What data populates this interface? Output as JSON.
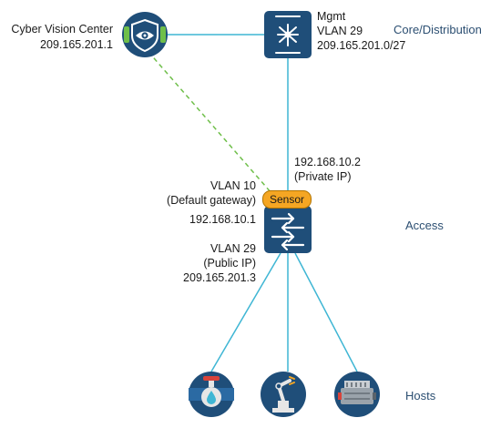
{
  "nodes": {
    "cyber_vision_center": {
      "name": "Cyber Vision Center",
      "ip": "209.165.201.1"
    },
    "core_switch": {
      "line1": "Mgmt",
      "line2": "VLAN 29",
      "line3": "209.165.201.0/27"
    },
    "sensor_switch": {
      "tag": "Sensor",
      "uplink_ip": "192.168.10.2",
      "uplink_note": "(Private IP)",
      "vlan10_name": "VLAN 10",
      "vlan10_note": "(Default gateway)",
      "vlan10_ip": "192.168.10.1",
      "vlan29_name": "VLAN 29",
      "vlan29_note": "(Public IP)",
      "vlan29_ip": "209.165.201.3"
    }
  },
  "tiers": {
    "core": "Core/Distribution",
    "access": "Access",
    "hosts": "Hosts"
  },
  "colors": {
    "device_fill": "#1f4e79",
    "link": "#3fb6d4",
    "management_link": "#6fbf4a",
    "sensor_tag": "#f5a623",
    "host_circle": "#1f4e79"
  },
  "icons": {
    "cyber_vision_center": "eye-shield-icon",
    "core_switch": "core-switch-icon",
    "sensor_switch": "access-switch-icon",
    "host_1": "water-valve-icon",
    "host_2": "robot-arm-icon",
    "host_3": "engine-icon"
  }
}
